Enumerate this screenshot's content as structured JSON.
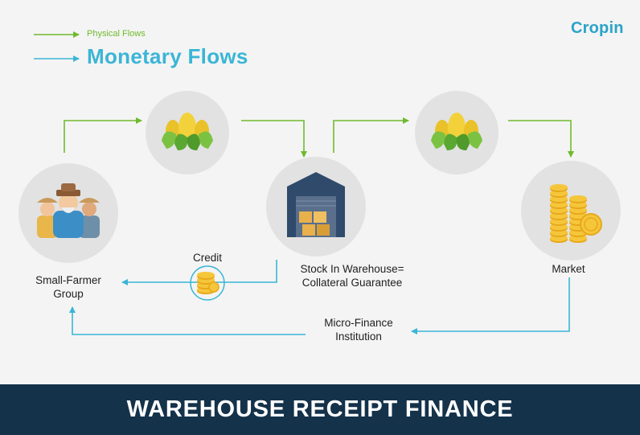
{
  "legend": {
    "physical_label": "Physical Flows",
    "monetary_label": "Monetary Flows"
  },
  "logo": {
    "text": "Cropin"
  },
  "nodes": {
    "farmer_group": {
      "label_line1": "Small-Farmer",
      "label_line2": "Group"
    },
    "warehouse": {
      "label_line1": "Stock In Warehouse=",
      "label_line2": "Collateral Guarantee"
    },
    "market": {
      "label": "Market"
    },
    "credit": {
      "label": "Credit"
    },
    "microfinance": {
      "label_line1": "Micro-Finance",
      "label_line2": "Institution"
    }
  },
  "footer": {
    "title": "WAREHOUSE RECEIPT FINANCE"
  },
  "colors": {
    "physical_flow": "#6fba2c",
    "monetary_flow": "#3ab5d6",
    "background": "#f4f4f4",
    "circle": "#e2e2e2",
    "footer_bg": "#14324a",
    "brand": "#2aa3c9"
  }
}
